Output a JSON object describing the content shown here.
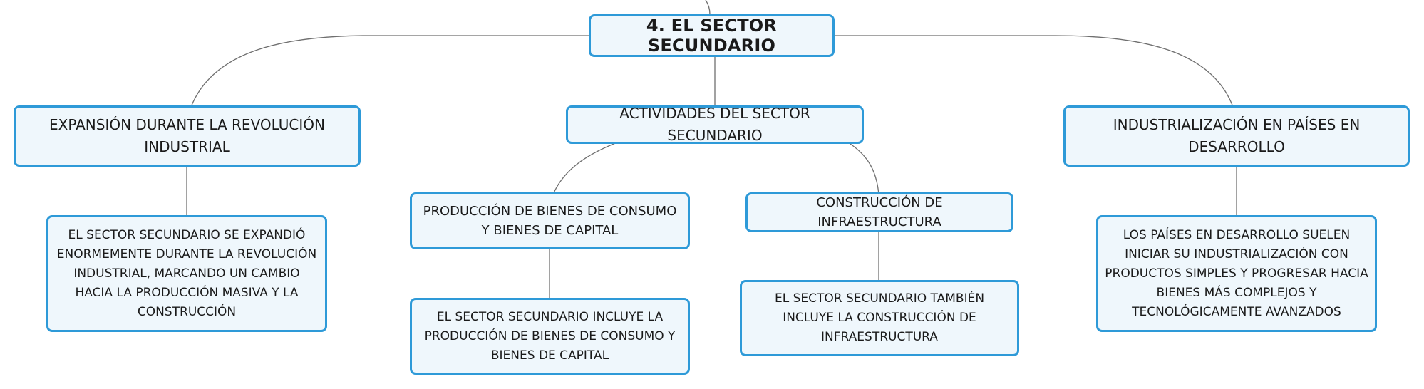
{
  "diagram": {
    "root": {
      "label": "4. EL SECTOR SECUNDARIO"
    },
    "branches": {
      "expansion": {
        "label": "EXPANSIÓN DURANTE LA REVOLUCIÓN INDUSTRIAL",
        "detail": "EL SECTOR SECUNDARIO SE EXPANDIÓ ENORMEMENTE DURANTE LA REVOLUCIÓN INDUSTRIAL, MARCANDO UN CAMBIO HACIA LA PRODUCCIÓN MASIVA Y LA CONSTRUCCIÓN"
      },
      "actividades": {
        "label": "ACTIVIDADES DEL SECTOR SECUNDARIO",
        "children": {
          "produccion": {
            "label": "PRODUCCIÓN DE BIENES DE CONSUMO Y BIENES DE CAPITAL",
            "detail": "EL SECTOR SECUNDARIO INCLUYE LA PRODUCCIÓN DE BIENES DE CONSUMO Y BIENES DE CAPITAL"
          },
          "construccion": {
            "label": "CONSTRUCCIÓN DE INFRAESTRUCTURA",
            "detail": "EL SECTOR SECUNDARIO TAMBIÉN INCLUYE LA CONSTRUCCIÓN DE INFRAESTRUCTURA"
          }
        }
      },
      "industrializacion": {
        "label": "INDUSTRIALIZACIÓN EN PAÍSES EN DESARROLLO",
        "detail": "LOS PAÍSES EN DESARROLLO SUELEN INICIAR SU INDUSTRIALIZACIÓN CON PRODUCTOS SIMPLES Y PROGRESAR HACIA BIENES MÁS COMPLEJOS Y TECNOLÓGICAMENTE AVANZADOS"
      }
    }
  },
  "colors": {
    "node_border": "#2e9ad8",
    "node_fill": "#eff7fc",
    "connector": "#6f6f6f",
    "text": "#1a1a1a"
  }
}
